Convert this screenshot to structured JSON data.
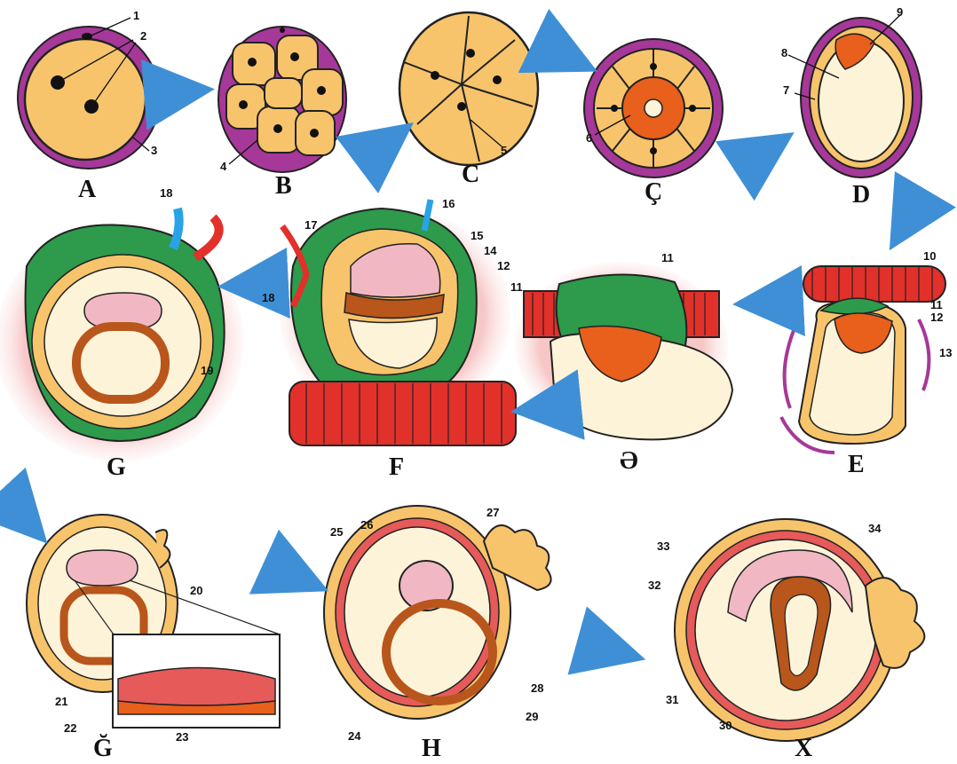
{
  "stages": {
    "A": "A",
    "B": "B",
    "C": "C",
    "C2": "Ç",
    "D": "D",
    "E": "E",
    "E2": "Ə",
    "F": "F",
    "G": "G",
    "G2": "Ğ",
    "H": "H",
    "X": "X"
  },
  "labels": {
    "n1": "1",
    "n2": "2",
    "n3": "3",
    "n4": "4",
    "n5": "5",
    "n6": "6",
    "n7": "7",
    "n8": "8",
    "n9": "9",
    "n10": "10",
    "n11": "11",
    "n12": "12",
    "n13": "13",
    "n14": "14",
    "n15": "15",
    "n16": "16",
    "n17": "17",
    "n18": "18",
    "n19": "19",
    "n20": "20",
    "n21": "21",
    "n22": "22",
    "n23": "23",
    "n24": "24",
    "n25": "25",
    "n26": "26",
    "n27": "27",
    "n28": "28",
    "n29": "29",
    "n30": "30",
    "n31": "31",
    "n32": "32",
    "n33": "33",
    "n34": "34"
  },
  "colors": {
    "zona": "#a6389a",
    "cytoplasm": "#f7c46c",
    "inner_mass": "#e8601c",
    "cavity": "#fdf3d8",
    "trophoblast_green": "#2e9a4b",
    "endometrium_red": "#e2302a",
    "epiblast_pink": "#f1b8c4",
    "hypoblast_brown": "#b8561c",
    "amnion_red": "#e65a5a",
    "arrow_blue": "#3f8fd6",
    "vessel_blue": "#29a3e6"
  }
}
